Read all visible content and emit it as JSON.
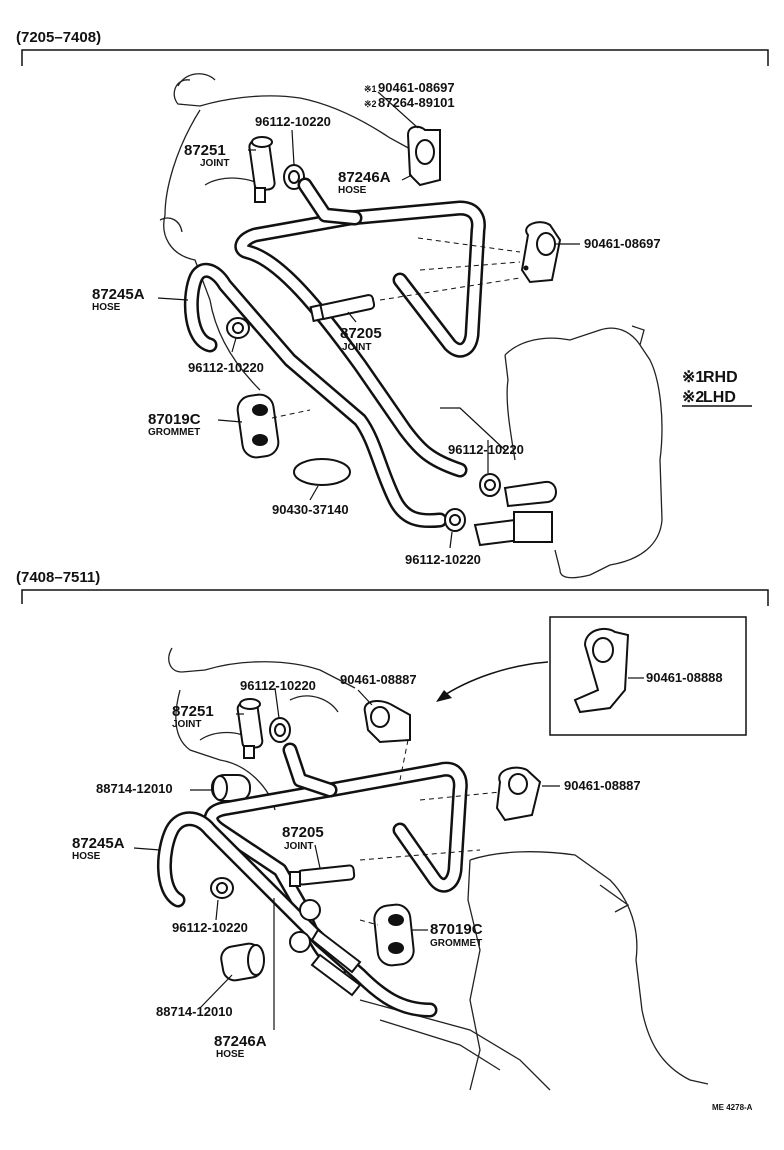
{
  "sections": [
    {
      "range": "(7205–7408)"
    },
    {
      "range": "(7408–7511)"
    }
  ],
  "top": {
    "callouts": [
      {
        "pn": "90461-08697",
        "mark": "※1"
      },
      {
        "pn": "87264-89101",
        "mark": "※2"
      }
    ],
    "clamp_top": "96112-10220",
    "joint_87251": {
      "pn": "87251",
      "name": "JOINT"
    },
    "hose_87246A": {
      "pn": "87246A",
      "name": "HOSE"
    },
    "clamp_right": "90461-08697",
    "hose_87245A": {
      "pn": "87245A",
      "name": "HOSE"
    },
    "joint_87205": {
      "pn": "87205",
      "name": "JOINT"
    },
    "clamp_left": "96112-10220",
    "grommet": {
      "pn": "87019C",
      "name": "GROMMET"
    },
    "clamp_mid_right": "96112-10220",
    "gasket": "90430-37140",
    "clamp_bottom": "96112-10220"
  },
  "legend": {
    "rhd": {
      "mark": "※1",
      "text": "RHD"
    },
    "lhd": {
      "mark": "※2",
      "text": "LHD"
    }
  },
  "bottom": {
    "clamp_upper": "90461-08887",
    "clamp_inset": "90461-08888",
    "clamp_top": "96112-10220",
    "joint_87251": {
      "pn": "87251",
      "name": "JOINT"
    },
    "sleeve_upper": "88714-12010",
    "clamp_right": "90461-08887",
    "hose_87245A": {
      "pn": "87245A",
      "name": "HOSE"
    },
    "joint_87205": {
      "pn": "87205",
      "name": "JOINT"
    },
    "clamp_left": "96112-10220",
    "grommet": {
      "pn": "87019C",
      "name": "GROMMET"
    },
    "sleeve_lower": "88714-12010",
    "hose_87246A": {
      "pn": "87246A",
      "name": "HOSE"
    }
  },
  "footer_code": "ME 4278-A"
}
